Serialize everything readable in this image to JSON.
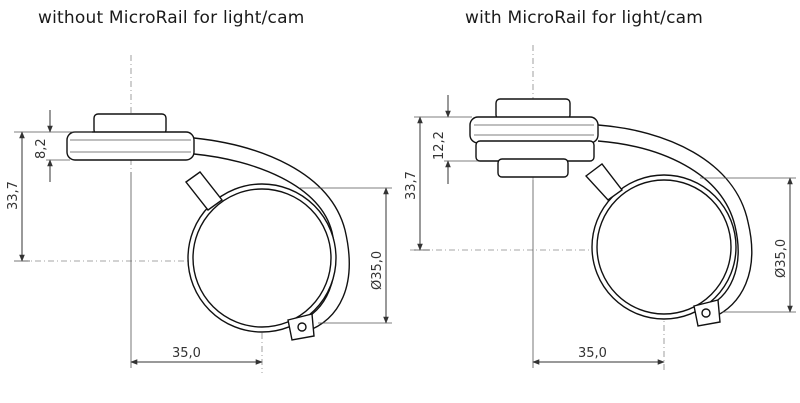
{
  "titles": {
    "left": "without MicroRail for light/cam",
    "right": "with MicroRail for light/cam"
  },
  "left_diagram": {
    "mount_height": "8,2",
    "total_height": "33,7",
    "clamp_diameter": "Ø35,0",
    "horizontal_offset": "35,0"
  },
  "right_diagram": {
    "mount_height": "12,2",
    "total_height": "33,7",
    "clamp_diameter": "Ø35,0",
    "horizontal_offset": "35,0"
  }
}
